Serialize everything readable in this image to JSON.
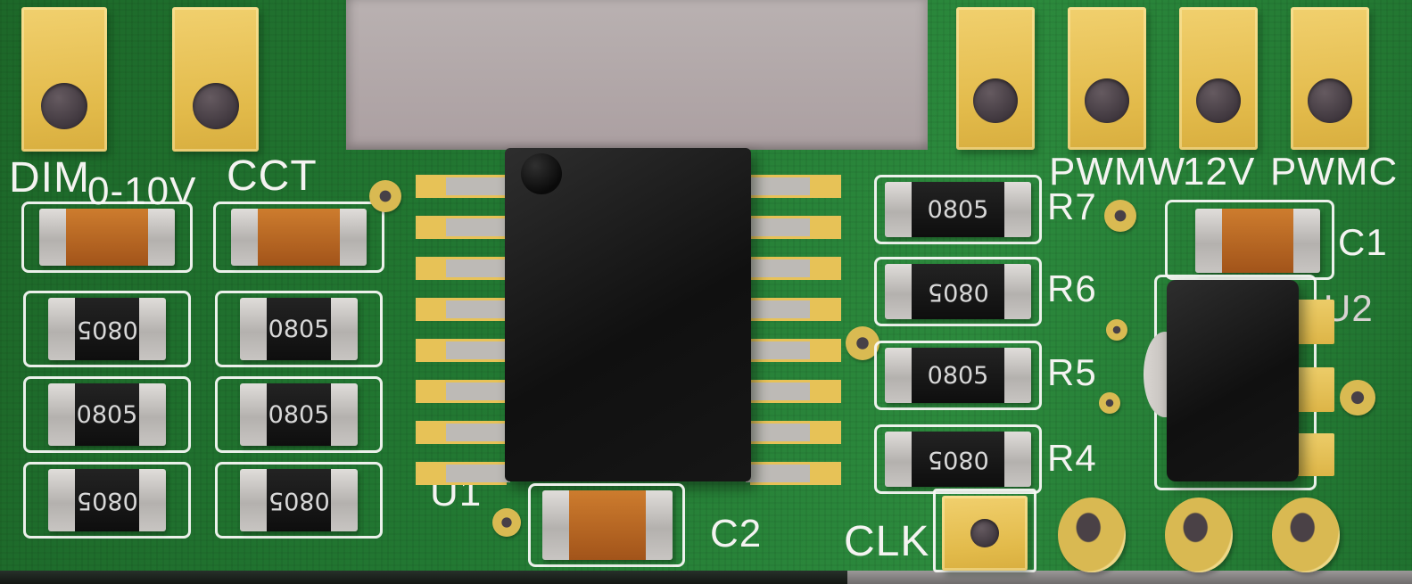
{
  "render": {
    "type": "pcb-3d-render",
    "markings": {
      "package": "0805"
    },
    "labels": {
      "dim": "DIM",
      "v0_10": "0-10V",
      "cct": "CCT",
      "pwmw": "PWMW",
      "v12": "12V",
      "pwmc": "PWMC",
      "r7": "R7",
      "r6": "R6",
      "r5": "R5",
      "r4": "R4",
      "c1": "C1",
      "c2": "C2",
      "u1": "U1",
      "u2": "U2",
      "clk": "CLK"
    },
    "colors": {
      "board_green": "#227832",
      "pad_gold": "#e2ba4a",
      "silkscreen_white": "#f4f3f1",
      "component_black": "#161616",
      "component_orange": "#b5641f",
      "background_gray": "#b3a9a9"
    }
  }
}
